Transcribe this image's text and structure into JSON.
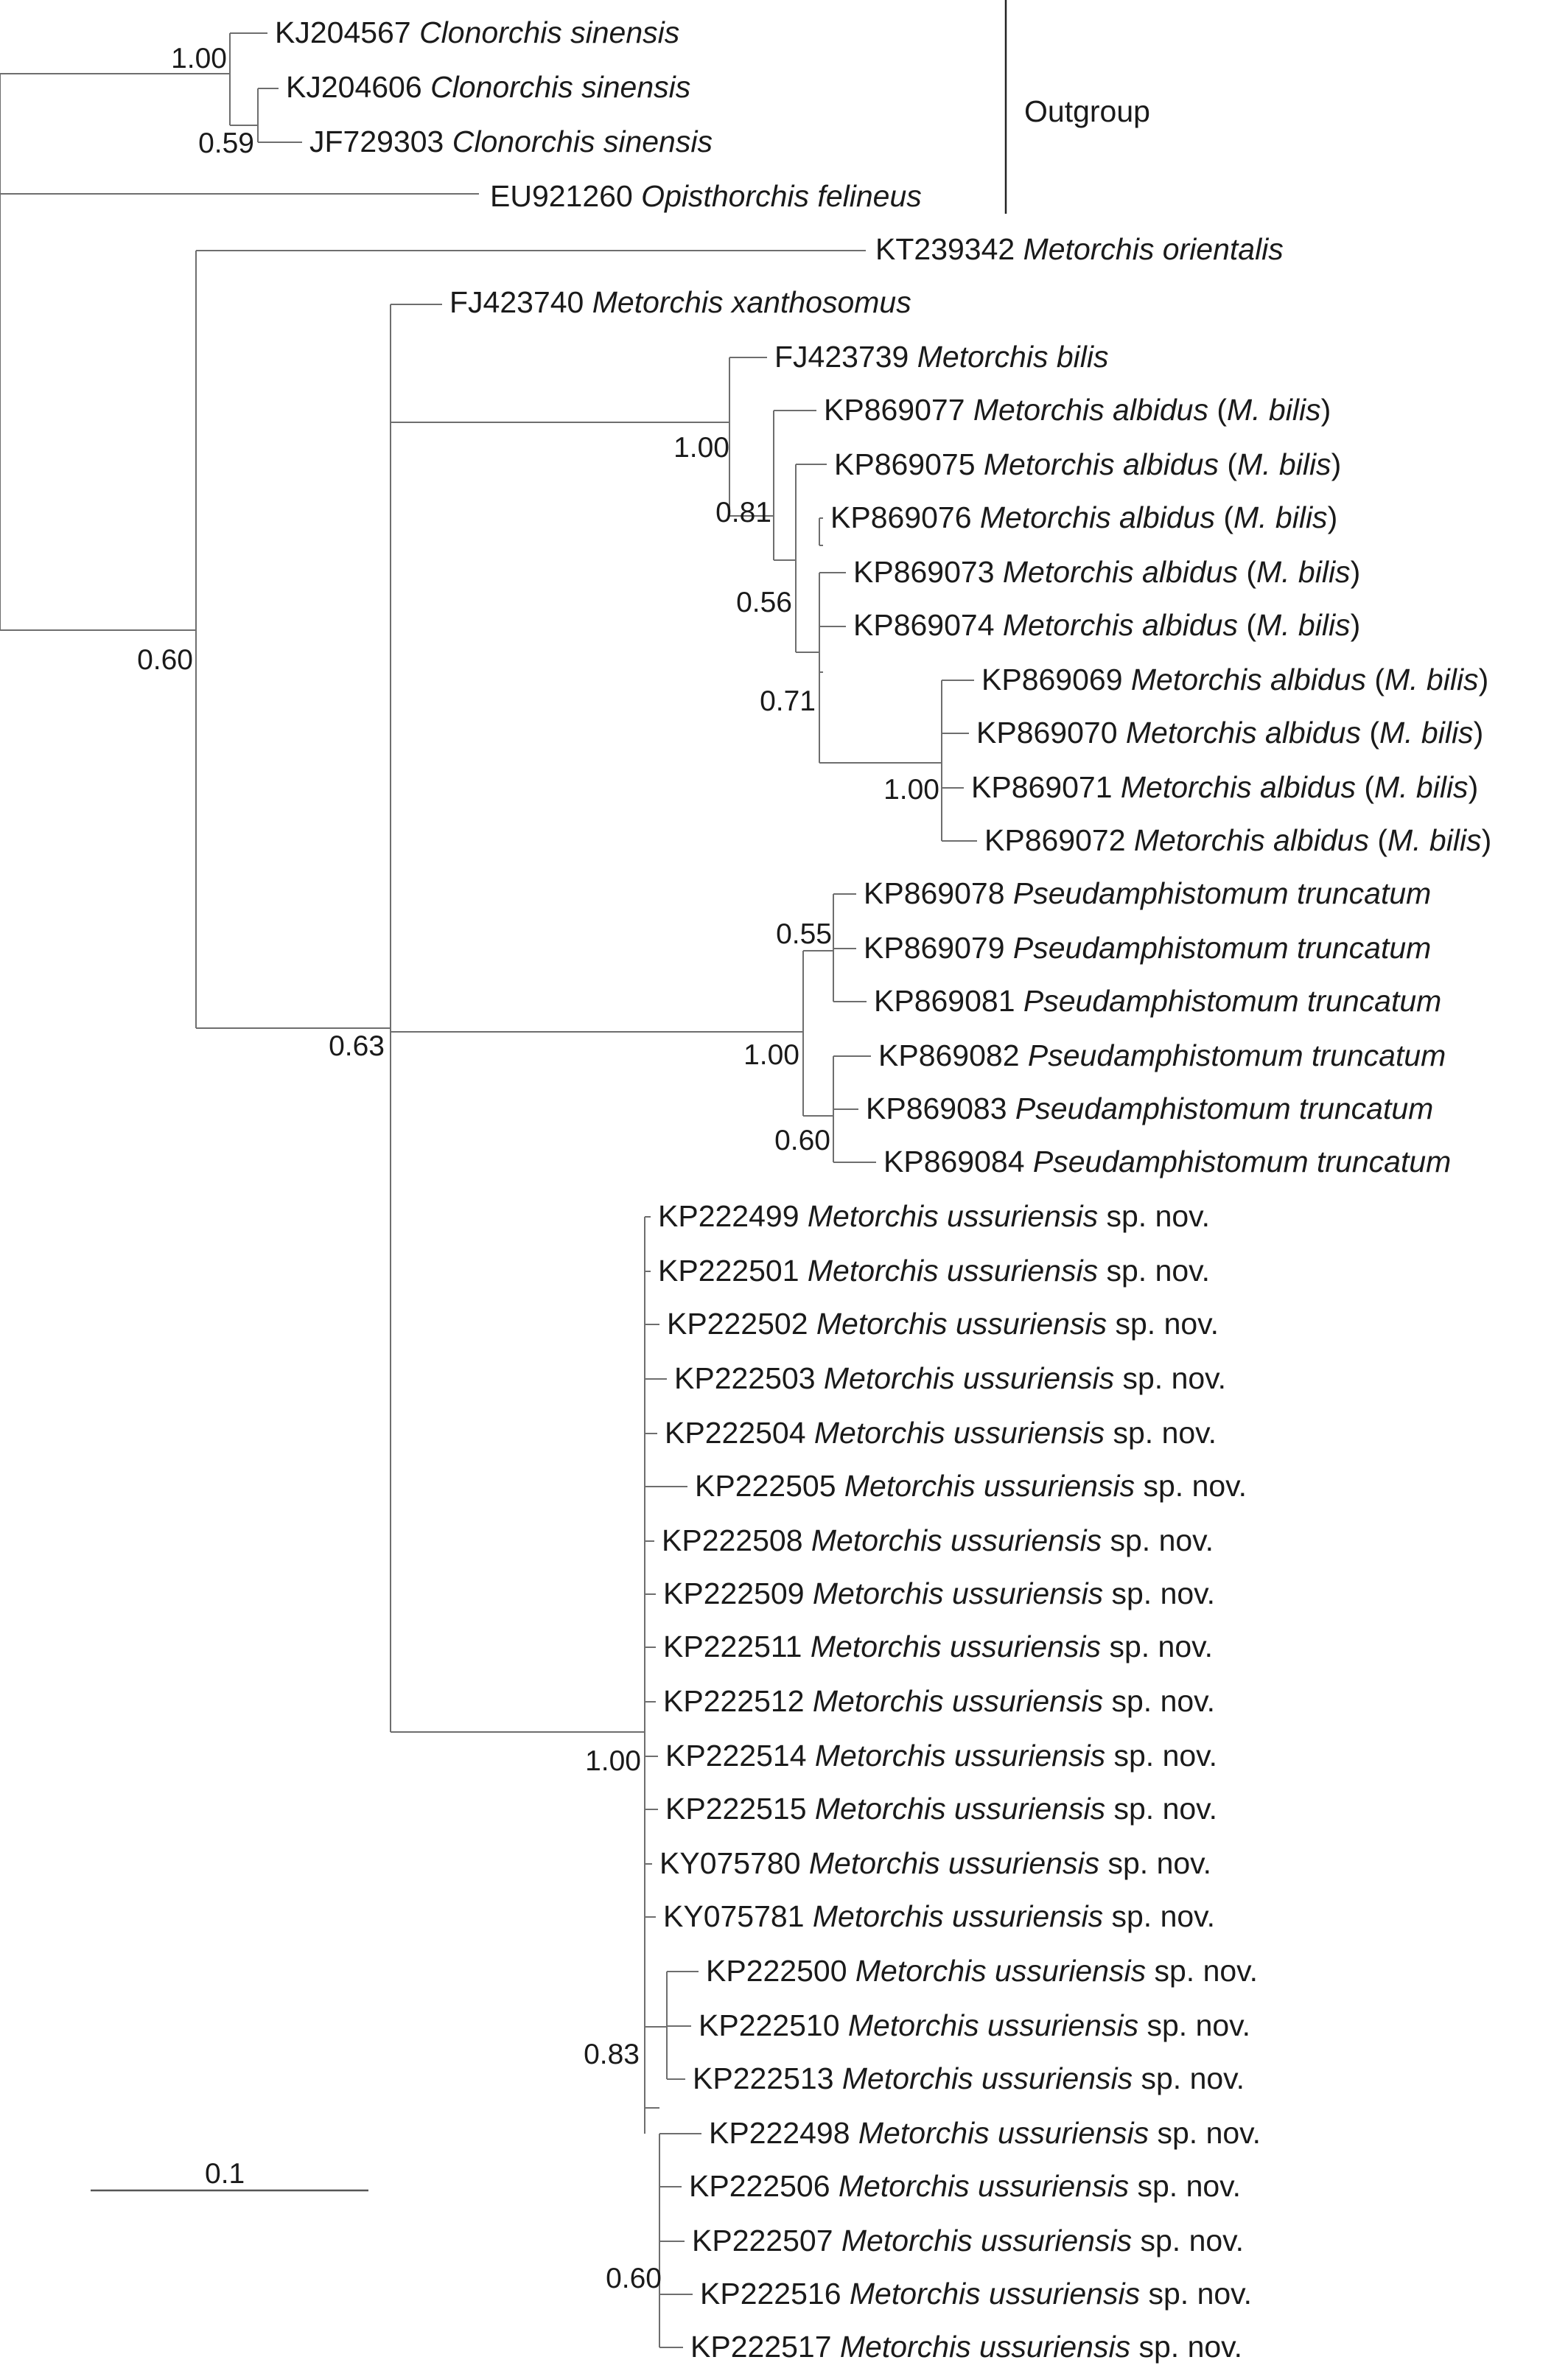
{
  "figure": {
    "scale_label": "0.1",
    "outgroup_label": "Outgroup"
  },
  "taxa": [
    {
      "acc": "KJ204567",
      "name": "Clonorchis sinensis",
      "suffix": ""
    },
    {
      "acc": "KJ204606",
      "name": "Clonorchis sinensis",
      "suffix": ""
    },
    {
      "acc": "JF729303",
      "name": "Clonorchis sinensis",
      "suffix": ""
    },
    {
      "acc": "EU921260",
      "name": "Opisthorchis felineus",
      "suffix": ""
    },
    {
      "acc": "KT239342",
      "name": "Metorchis orientalis",
      "suffix": ""
    },
    {
      "acc": "FJ423740",
      "name": "Metorchis xanthosomus",
      "suffix": ""
    },
    {
      "acc": "FJ423739",
      "name": "Metorchis bilis",
      "suffix": ""
    },
    {
      "acc": "KP869077",
      "name": "Metorchis albidus",
      "suffix": "(M. bilis)"
    },
    {
      "acc": "KP869075",
      "name": "Metorchis albidus",
      "suffix": "(M. bilis)"
    },
    {
      "acc": "KP869076",
      "name": "Metorchis albidus",
      "suffix": "(M. bilis)"
    },
    {
      "acc": "KP869073",
      "name": "Metorchis albidus",
      "suffix": "(M. bilis)"
    },
    {
      "acc": "KP869074",
      "name": "Metorchis albidus",
      "suffix": "(M. bilis)"
    },
    {
      "acc": "KP869069",
      "name": "Metorchis albidus",
      "suffix": "(M. bilis)"
    },
    {
      "acc": "KP869070",
      "name": "Metorchis albidus",
      "suffix": "(M. bilis)"
    },
    {
      "acc": "KP869071",
      "name": "Metorchis albidus",
      "suffix": "(M. bilis)"
    },
    {
      "acc": "KP869072",
      "name": "Metorchis albidus",
      "suffix": "(M. bilis)"
    },
    {
      "acc": "KP869078",
      "name": "Pseudamphistomum truncatum",
      "suffix": ""
    },
    {
      "acc": "KP869079",
      "name": "Pseudamphistomum truncatum",
      "suffix": ""
    },
    {
      "acc": "KP869081",
      "name": "Pseudamphistomum truncatum",
      "suffix": ""
    },
    {
      "acc": "KP869082",
      "name": "Pseudamphistomum truncatum",
      "suffix": ""
    },
    {
      "acc": "KP869083",
      "name": "Pseudamphistomum truncatum",
      "suffix": ""
    },
    {
      "acc": "KP869084",
      "name": "Pseudamphistomum truncatum",
      "suffix": ""
    },
    {
      "acc": "KP222499",
      "name": "Metorchis ussuriensis",
      "suffix": "sp. nov."
    },
    {
      "acc": "KP222501",
      "name": "Metorchis ussuriensis",
      "suffix": "sp. nov."
    },
    {
      "acc": "KP222502",
      "name": "Metorchis ussuriensis",
      "suffix": "sp. nov."
    },
    {
      "acc": "KP222503",
      "name": "Metorchis ussuriensis",
      "suffix": "sp. nov."
    },
    {
      "acc": "KP222504",
      "name": "Metorchis ussuriensis",
      "suffix": "sp. nov."
    },
    {
      "acc": "KP222505",
      "name": "Metorchis ussuriensis",
      "suffix": "sp. nov."
    },
    {
      "acc": "KP222508",
      "name": "Metorchis ussuriensis",
      "suffix": "sp. nov."
    },
    {
      "acc": "KP222509",
      "name": "Metorchis ussuriensis",
      "suffix": "sp. nov."
    },
    {
      "acc": "KP222511",
      "name": "Metorchis ussuriensis",
      "suffix": "sp. nov."
    },
    {
      "acc": "KP222512",
      "name": "Metorchis ussuriensis",
      "suffix": "sp. nov."
    },
    {
      "acc": "KP222514",
      "name": "Metorchis ussuriensis",
      "suffix": "sp. nov."
    },
    {
      "acc": "KP222515",
      "name": "Metorchis ussuriensis",
      "suffix": "sp. nov."
    },
    {
      "acc": "KY075780",
      "name": "Metorchis ussuriensis",
      "suffix": "sp. nov."
    },
    {
      "acc": "KY075781",
      "name": "Metorchis ussuriensis",
      "suffix": "sp. nov."
    },
    {
      "acc": "KP222500",
      "name": "Metorchis ussuriensis",
      "suffix": "sp. nov."
    },
    {
      "acc": "KP222510",
      "name": "Metorchis ussuriensis",
      "suffix": "sp. nov."
    },
    {
      "acc": "KP222513",
      "name": "Metorchis ussuriensis",
      "suffix": "sp. nov."
    },
    {
      "acc": "KP222498",
      "name": "Metorchis ussuriensis",
      "suffix": "sp. nov."
    },
    {
      "acc": "KP222506",
      "name": "Metorchis ussuriensis",
      "suffix": "sp. nov."
    },
    {
      "acc": "KP222507",
      "name": "Metorchis ussuriensis",
      "suffix": "sp. nov."
    },
    {
      "acc": "KP222516",
      "name": "Metorchis ussuriensis",
      "suffix": "sp. nov."
    },
    {
      "acc": "KP222517",
      "name": "Metorchis ussuriensis",
      "suffix": "sp. nov."
    }
  ],
  "support_values": [
    "1.00",
    "0.59",
    "0.60",
    "1.00",
    "0.81",
    "0.56",
    "0.71",
    "1.00",
    "0.55",
    "1.00",
    "0.60",
    "0.63",
    "1.00",
    "0.83",
    "0.60"
  ]
}
